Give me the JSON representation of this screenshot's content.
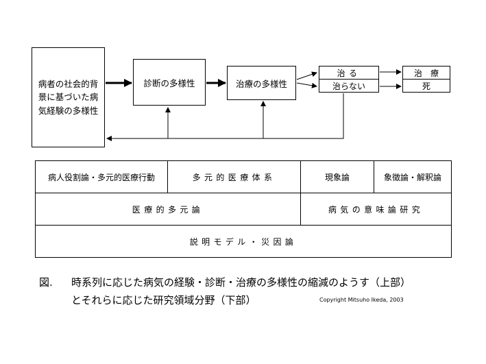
{
  "diagram": {
    "background_box": "病者の社会的背景に基づいた病気経験の多様性",
    "background_lines": [
      "病者の社会的背",
      "景に基づいた病",
      "気経験の多様性"
    ],
    "diagnosis_box": "診断の多様性",
    "treatment_box": "治療の多様性",
    "outcome_cured": "治る",
    "outcome_not_cured": "治らない",
    "result_treatment": "治　療",
    "result_death": "死"
  },
  "fields_table": {
    "row1": [
      "病人役割論・多元的医療行動",
      "多元的医療体系",
      "現象論",
      "象徴論・解釈論"
    ],
    "row2": [
      "医療的多元論",
      "病気の意味論研究"
    ],
    "row3": "説明モデル・災因論"
  },
  "caption": {
    "label": "図.",
    "line1": "時系列に応じた病気の経験・診断・治療の多様性の縮減のようす（上部）",
    "line2": "とそれらに応じた研究領域分野（下部）",
    "copyright": "Copyright Mitsuho Ikeda, 2003"
  }
}
